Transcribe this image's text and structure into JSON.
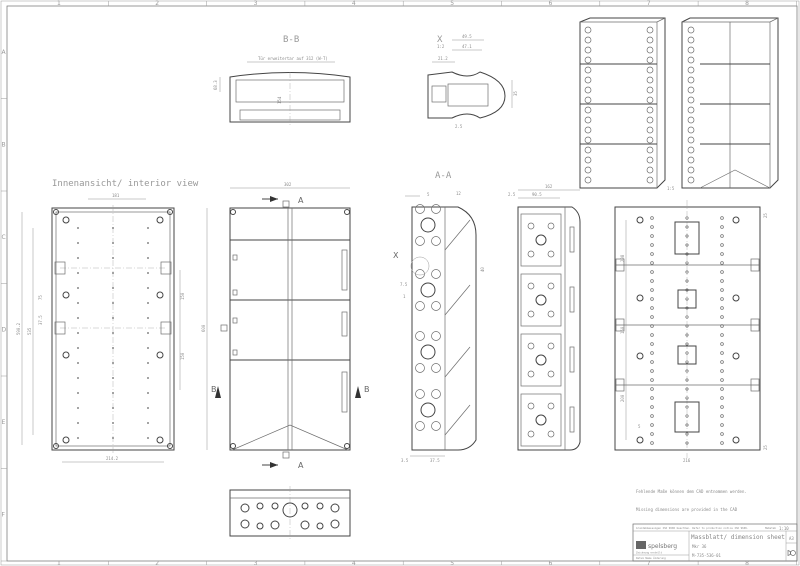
{
  "frame": {
    "columns": [
      "1",
      "2",
      "3",
      "4",
      "5",
      "6",
      "7",
      "8"
    ],
    "rows": [
      "A",
      "B",
      "C",
      "D",
      "E",
      "F"
    ]
  },
  "views": {
    "interior_title": "Innenansicht/ interior view",
    "section_bb": "B-B",
    "section_aa": "A-A",
    "detail_x": "X",
    "detail_x_scale": "1:2",
    "cut_a": "A",
    "cut_b": "B",
    "iso_label": "1:5"
  },
  "dimensions": {
    "interior": {
      "top": "181",
      "bottom": "214.2",
      "height_outer": "590.2",
      "height_inner": "535",
      "pitch1": "75",
      "pitch2": "37.5",
      "right1": "150",
      "right2": "150"
    },
    "front": {
      "width": "302",
      "height": "600"
    },
    "section_bb": {
      "span": "Tür erweitertar auf 312 (W-T)",
      "height": "68.3",
      "depth": "154"
    },
    "detail_x": {
      "d1": "49.5",
      "d2": "47.1",
      "d3": "21.2",
      "d4": "2.5",
      "d5": "35"
    },
    "section_aa": {
      "d1": "5",
      "d2": "12",
      "d3": "40",
      "d4": "7.5",
      "d5": "1",
      "d6": "3.5",
      "d7": "37.5"
    },
    "side": {
      "depth": "162",
      "d1": "90.5",
      "d2": "2.5"
    },
    "rear": {
      "top": "25",
      "d1": "208",
      "d2": "150",
      "d3": "200",
      "bottom": "25",
      "width": "216",
      "d4": "5"
    }
  },
  "notes": {
    "de": "Fehlende Maße können dem CAD entnommen werden.",
    "en": "Missing dimensions are provided in the CAD"
  },
  "title_block": {
    "tolerance_note": "Grundabmessungen ISO 9606 beachten. Refer to production notice ISO 9606.",
    "scale_label": "Maßstab",
    "scale": "1:10",
    "brand": "spelsberg",
    "title": "Massblatt/ dimension sheet",
    "product": "Mkr 36",
    "drawing_number": "M-735-536-01",
    "sheet_size": "A3",
    "footer_left": "Datum  Name  Änderung",
    "footer_right": "Zeichnung erstellt"
  }
}
